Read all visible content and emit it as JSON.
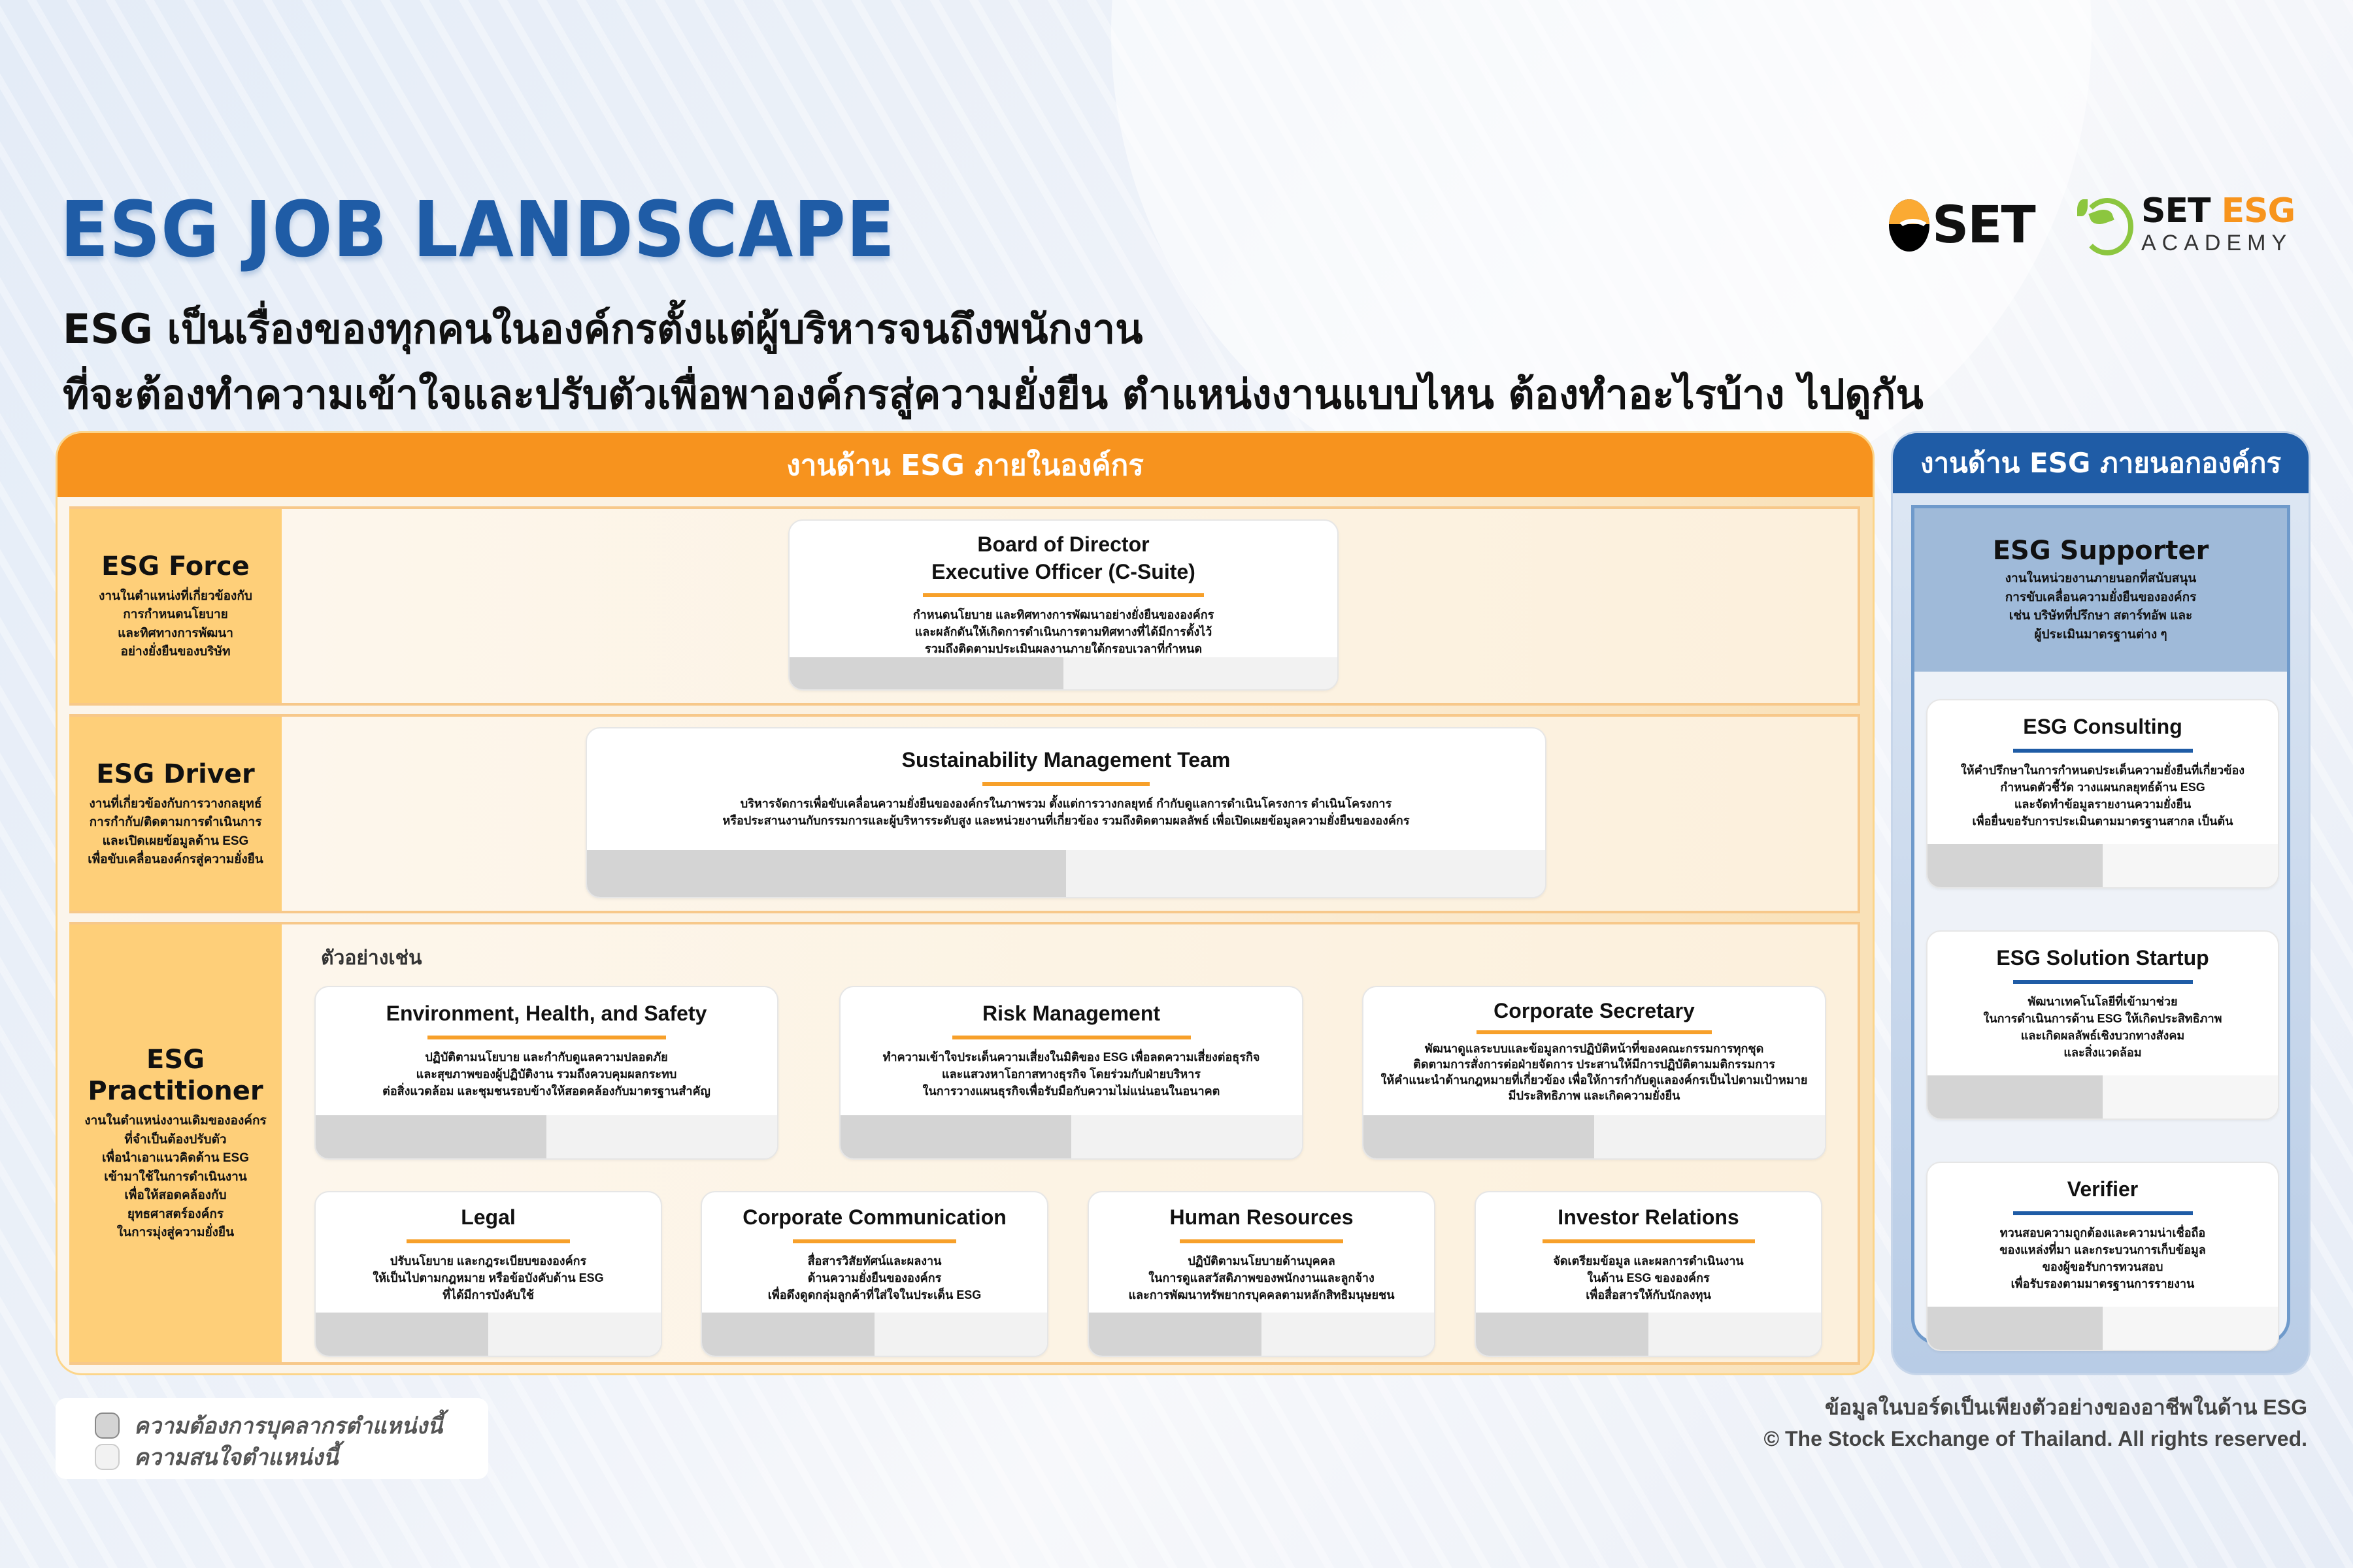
{
  "header": {
    "title": "ESG JOB LANDSCAPE",
    "subtitle_line1": "ESG เป็นเรื่องของทุกคนในองค์กรตั้งแต่ผู้บริหารจนถึงพนักงาน",
    "subtitle_line2": "ที่จะต้องทำความเข้าใจและปรับตัวเพื่อพาองค์กรสู่ความยั่งยืน ตำแหน่งงานแบบไหน ต้องทำอะไรบ้าง ไปดูกัน",
    "logos": {
      "set": "SET",
      "academy_set": "SET",
      "academy_esg": "ESG",
      "academy_word": "ACADEMY"
    }
  },
  "colors": {
    "title_blue": "#1f5ca6",
    "internal_orange": "#f7931e",
    "label_yellow": "#fecf79",
    "external_blue": "#1f5ca6",
    "supporter_blue": "#9fbad9",
    "demand_gray": "#d4d4d4",
    "interest_gray": "#f2f2f2",
    "accent_bar_orange": "#f7a02a"
  },
  "internal": {
    "header": "งานด้าน ESG ภายในองค์กร",
    "rows": [
      {
        "title": "ESG Force",
        "desc": "งานในตำแหน่งที่เกี่ยวข้องกับ\nการกำหนดนโยบาย\nและทิศทางการพัฒนา\nอย่างยั่งยืนของบริษัท",
        "cards": [
          {
            "title": "Board of Director\nExecutive Officer (C-Suite)",
            "desc": "กำหนดนโยบาย และทิศทางการพัฒนาอย่างยั่งยืนขององค์กร\nและผลักดันให้เกิดการดำเนินการตามทิศทางที่ได้มีการตั้งไว้\nรวมถึงติดตามประเมินผลงานภายใต้กรอบเวลาที่กำหนด"
          }
        ]
      },
      {
        "title": "ESG Driver",
        "desc": "งานที่เกี่ยวข้องกับการวางกลยุทธ์\nการกำกับ/ติดตามการดำเนินการ\nและเปิดเผยข้อมูลด้าน ESG\nเพื่อขับเคลื่อนองค์กรสู่ความยั่งยืน",
        "cards": [
          {
            "title": "Sustainability Management Team",
            "desc": "บริหารจัดการเพื่อขับเคลื่อนความยั่งยืนขององค์กรในภาพรวม ตั้งแต่การวางกลยุทธ์ กำกับดูแลการดำเนินโครงการ ดำเนินโครงการ\nหรือประสานงานกับกรรมการและผู้บริหารระดับสูง และหน่วยงานที่เกี่ยวข้อง รวมถึงติดตามผลลัพธ์ เพื่อเปิดเผยข้อมูลความยั่งยืนขององค์กร"
          }
        ]
      },
      {
        "title": "ESG\nPractitioner",
        "desc": "งานในตำแหน่งงานเดิมขององค์กร\nที่จำเป็นต้องปรับตัว\nเพื่อนำเอาแนวคิดด้าน ESG\nเข้ามาใช้ในการดำเนินงาน\nเพื่อให้สอดคล้องกับ\nยุทธศาสตร์องค์กร\nในการมุ่งสู่ความยั่งยืน",
        "examples_label": "ตัวอย่างเช่น",
        "cards": [
          {
            "title": "Environment, Health, and Safety",
            "desc": "ปฏิบัติตามนโยบาย และกำกับดูแลความปลอดภัย\nและสุขภาพของผู้ปฏิบัติงาน รวมถึงควบคุมผลกระทบ\nต่อสิ่งแวดล้อม และชุมชนรอบข้างให้สอดคล้องกับมาตรฐานสำคัญ"
          },
          {
            "title": "Risk Management",
            "desc": "ทำความเข้าใจประเด็นความเสี่ยงในมิติของ ESG เพื่อลดความเสี่ยงต่อธุรกิจ\nและแสวงหาโอกาสทางธุรกิจ โดยร่วมกับฝ่ายบริหาร\nในการวางแผนธุรกิจเพื่อรับมือกับความไม่แน่นอนในอนาคต"
          },
          {
            "title": "Corporate Secretary",
            "desc": "พัฒนาดูแลระบบและข้อมูลการปฏิบัติหน้าที่ของคณะกรรมการทุกชุด\nติดตามการสั่งการต่อฝ่ายจัดการ ประสานให้มีการปฏิบัติตามมติกรรมการ\nให้คำแนะนำด้านกฎหมายที่เกี่ยวข้อง เพื่อให้การกำกับดูแลองค์กรเป็นไปตามเป้าหมาย\nมีประสิทธิภาพ และเกิดความยั่งยืน"
          },
          {
            "title": "Legal",
            "desc": "ปรับนโยบาย และกฎระเบียบขององค์กร\nให้เป็นไปตามกฎหมาย หรือข้อบังคับด้าน ESG\nที่ได้มีการบังคับใช้"
          },
          {
            "title": "Corporate Communication",
            "desc": "สื่อสารวิสัยทัศน์และผลงาน\nด้านความยั่งยืนขององค์กร\nเพื่อดึงดูดกลุ่มลูกค้าที่ใส่ใจในประเด็น ESG"
          },
          {
            "title": "Human Resources",
            "desc": "ปฏิบัติตามนโยบายด้านบุคคล\nในการดูแลสวัสดิภาพของพนักงานและลูกจ้าง\nและการพัฒนาทรัพยากรบุคคลตามหลักสิทธิมนุษยชน"
          },
          {
            "title": "Investor Relations",
            "desc": "จัดเตรียมข้อมูล และผลการดำเนินงาน\nในด้าน ESG ขององค์กร\nเพื่อสื่อสารให้กับนักลงทุน"
          }
        ]
      }
    ]
  },
  "external": {
    "header": "งานด้าน ESG ภายนอกองค์กร",
    "supporter": {
      "title": "ESG Supporter",
      "desc": "งานในหน่วยงานภายนอกที่สนับสนุน\nการขับเคลื่อนความยั่งยืนขององค์กร\nเช่น บริษัทที่ปรึกษา สตาร์ทอัพ และ\nผู้ประเมินมาตรฐานต่าง ๆ"
    },
    "cards": [
      {
        "title": "ESG Consulting",
        "desc": "ให้คำปรึกษาในการกำหนดประเด็นความยั่งยืนที่เกี่ยวข้อง\nกำหนดตัวชี้วัด วางแผนกลยุทธ์ด้าน ESG\nและจัดทำข้อมูลรายงานความยั่งยืน\nเพื่อยื่นขอรับการประเมินตามมาตรฐานสากล เป็นต้น"
      },
      {
        "title": "ESG Solution Startup",
        "desc": "พัฒนาเทคโนโลยีที่เข้ามาช่วย\nในการดำเนินการด้าน ESG ให้เกิดประสิทธิภาพ\nและเกิดผลลัพธ์เชิงบวกทางสังคม\nและสิ่งแวดล้อม"
      },
      {
        "title": "Verifier",
        "desc": "ทวนสอบความถูกต้องและความน่าเชื่อถือ\nของแหล่งที่มา และกระบวนการเก็บข้อมูล\nของผู้ขอรับการทวนสอบ\nเพื่อรับรองตามมาตรฐานการรายงาน"
      }
    ]
  },
  "legend": {
    "items": [
      {
        "label": "ความต้องการบุคลากรตำแหน่งนี้",
        "swatch": "demand"
      },
      {
        "label": "ความสนใจตำแหน่งนี้",
        "swatch": "interest"
      }
    ]
  },
  "footer": {
    "note": "ข้อมูลในบอร์ดเป็นเพียงตัวอย่างของอาชีพในด้าน ESG",
    "copyright": "© The Stock Exchange of Thailand. All rights reserved."
  }
}
